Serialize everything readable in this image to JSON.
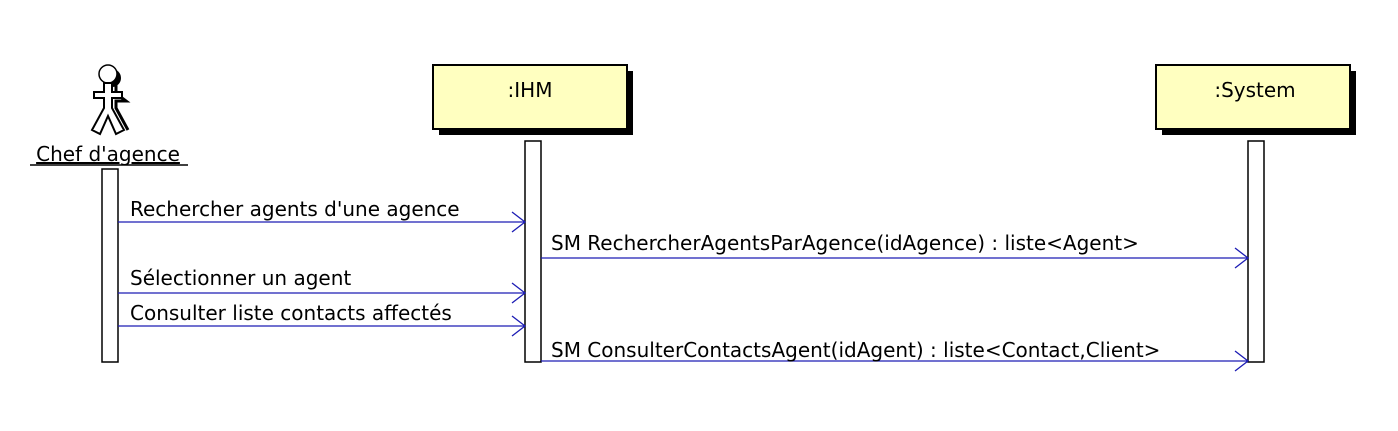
{
  "diagram": {
    "colors": {
      "box_fill": "#ffffc0",
      "box_stroke": "#000000",
      "shadow": "#000000",
      "message": "#1c1cb4",
      "activation_fill": "#ffffff"
    },
    "actor": {
      "label": "Chef d'agence",
      "icon": "stick-figure-actor-icon"
    },
    "lifelines": [
      {
        "id": "ihm",
        "label": ":IHM"
      },
      {
        "id": "system",
        "label": ":System"
      }
    ],
    "messages": [
      {
        "from": "actor",
        "to": "ihm",
        "label": "Rechercher agents d'une agence"
      },
      {
        "from": "ihm",
        "to": "system",
        "label": "SM RechercherAgentsParAgence(idAgence) : liste<Agent>"
      },
      {
        "from": "actor",
        "to": "ihm",
        "label": "Sélectionner un agent"
      },
      {
        "from": "actor",
        "to": "ihm",
        "label": "Consulter liste contacts affectés"
      },
      {
        "from": "ihm",
        "to": "system",
        "label": "SM ConsulterContactsAgent(idAgent) : liste<Contact,Client>"
      }
    ]
  }
}
